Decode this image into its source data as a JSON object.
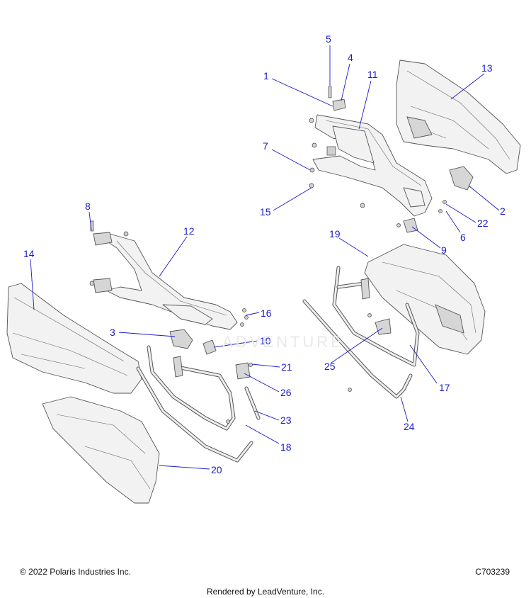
{
  "diagram": {
    "callouts": [
      "1",
      "2",
      "3",
      "4",
      "5",
      "6",
      "7",
      "8",
      "9",
      "10",
      "11",
      "12",
      "13",
      "14",
      "15",
      "16",
      "17",
      "18",
      "19",
      "20",
      "21",
      "22",
      "23",
      "24",
      "25",
      "26"
    ],
    "copyright": "© 2022 Polaris Industries Inc.",
    "drawing_code": "C703239",
    "watermark": "ADVENTURE",
    "rendered_by": "Rendered by LeadVenture, Inc."
  },
  "colors": {
    "callout": "#1a1acc",
    "line_art": "#555555"
  }
}
